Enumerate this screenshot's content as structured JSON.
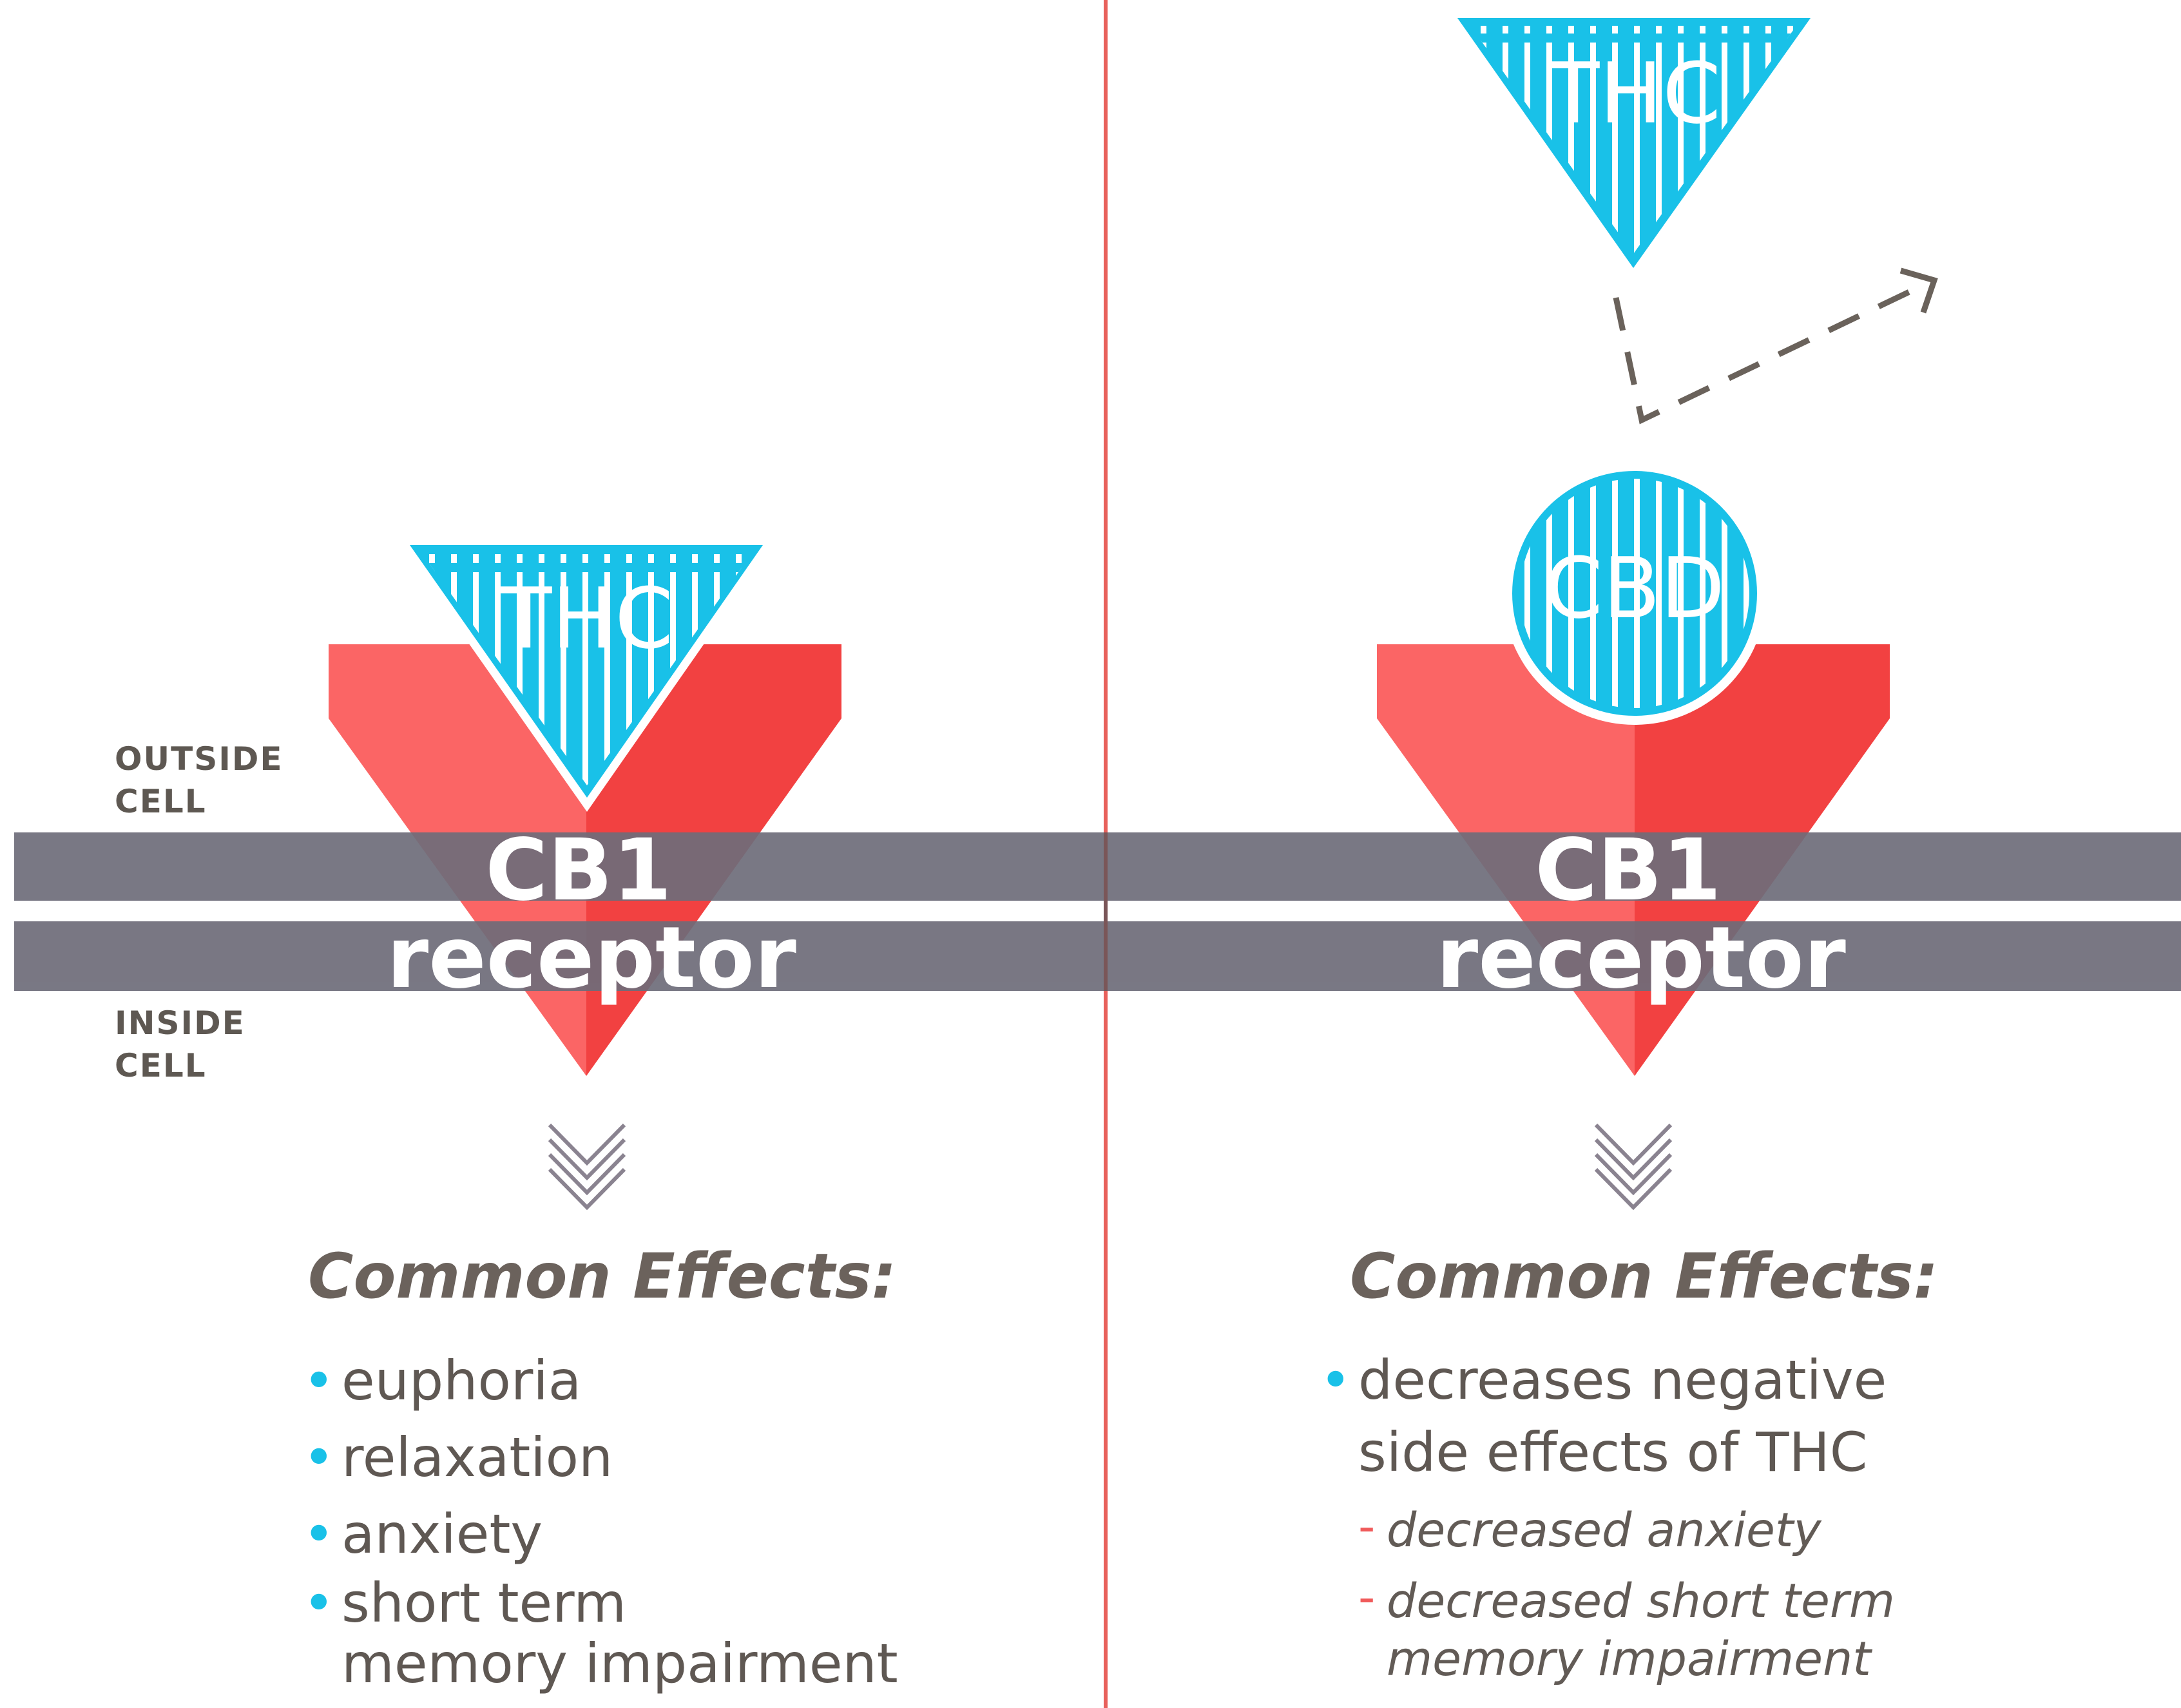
{
  "colors": {
    "thc_blue": "#19c1e8",
    "receptor_red_light": "#fb6565",
    "receptor_red_dark": "#f24141",
    "membrane_gray": "#6e6c79",
    "divider": "#e8615c",
    "text_dark": "#5f5853",
    "bullet_blue": "#19c1e8",
    "dash_red": "#f05a5a"
  },
  "labels": {
    "outside_cell_1": "OUTSIDE",
    "outside_cell_2": "CELL",
    "inside_cell_1": "INSIDE",
    "inside_cell_2": "CELL"
  },
  "left": {
    "molecule": "THC",
    "receptor_1": "CB1",
    "receptor_2": "receptor",
    "effects_title": "Common Effects:",
    "effects": [
      "euphoria",
      "relaxation",
      "anxiety",
      "short term",
      "memory impairment"
    ]
  },
  "right": {
    "molecule_top": "THC",
    "molecule_bound": "CBD",
    "receptor_1": "CB1",
    "receptor_2": "receptor",
    "effects_title": "Common Effects:",
    "effects": [
      "decreases negative",
      "side effects of THC"
    ],
    "sub_effects": [
      "decreased anxiety",
      "decreased short term",
      "memory impairment"
    ]
  },
  "icons": {
    "flow": "chevron-down-icon",
    "deflect": "dashed-arrow-icon"
  }
}
